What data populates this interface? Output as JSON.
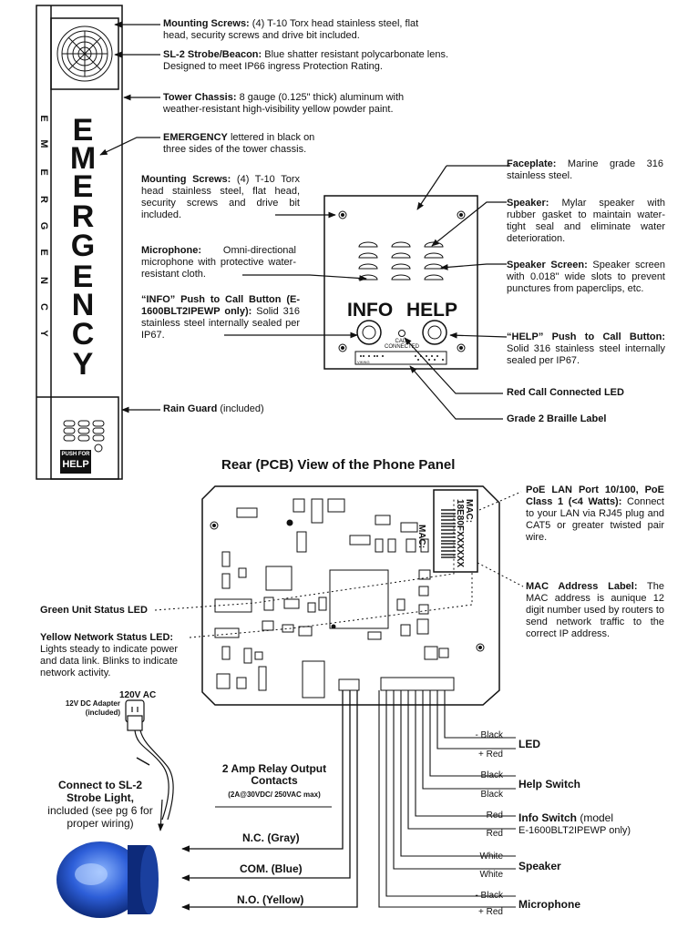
{
  "tower": {
    "letters": [
      "E",
      "M",
      "E",
      "R",
      "G",
      "E",
      "N",
      "C",
      "Y"
    ],
    "push_for_label": "PUSH FOR",
    "help_label": "HELP"
  },
  "callouts": {
    "mounting_screws_top": {
      "title": "Mounting Screws:",
      "text": "(4) T-10 Torx head stainless steel, flat head, security screws and drive bit included."
    },
    "strobe": {
      "title": "SL-2 Strobe/Beacon:",
      "text": "Blue shatter resistant polycarbonate lens. Designed to meet IP66 ingress Protection Rating."
    },
    "chassis": {
      "title": "Tower Chassis:",
      "text": "8 gauge (0.125\" thick) aluminum with weather-resistant high-visibility yellow powder paint."
    },
    "emergency": {
      "title": "EMERGENCY",
      "text": "lettered in black on three sides of the tower chassis."
    },
    "faceplate": {
      "title": "Faceplate:",
      "text": "Marine grade 316 stainless steel."
    },
    "mounting_screws_panel": {
      "title": "Mounting Screws:",
      "text": "(4) T-10 Torx head stainless steel, flat head, security screws and drive bit included."
    },
    "speaker": {
      "title": "Speaker:",
      "text": "Mylar speaker with rubber gasket to maintain water-tight seal and eliminate water deterioration."
    },
    "microphone": {
      "title": "Microphone:",
      "text": "Omni-directional microphone with protective water-resistant cloth."
    },
    "speaker_screen": {
      "title": "Speaker Screen:",
      "text": "Speaker screen with 0.018\" wide slots to prevent punctures from paperclips, etc."
    },
    "info_button": {
      "title": "“INFO” Push to Call Button (E-1600BLT2IPEWP only):",
      "text": "Solid 316 stainless steel internally sealed per IP67."
    },
    "help_button": {
      "title": "“HELP” Push to Call Button:",
      "text": "Solid 316 stainless steel internally sealed per IP67."
    },
    "red_led": {
      "title": "Red Call Connected LED"
    },
    "braille": {
      "title": "Grade 2 Braille Label"
    },
    "rain_guard": {
      "title": "Rain Guard",
      "text": "(included)"
    },
    "poe": {
      "title": "PoE LAN Port 10/100, PoE Class 1 (<4 Watts):",
      "text": "Connect to your LAN via RJ45 plug and CAT5 or greater twisted pair wire."
    },
    "mac": {
      "title": "MAC Address Label:",
      "text": "The MAC address is aunique 12 digit number used by routers to send network traffic to the correct IP address."
    },
    "green_led": {
      "title": "Green Unit Status LED"
    },
    "yellow_led": {
      "title": "Yellow Network Status LED:",
      "text": "Lights steady to indicate power and data link. Blinks to indicate network activity."
    }
  },
  "panel": {
    "info_label": "INFO",
    "help_label": "HELP",
    "call_connected": "CALL CONNECTED",
    "braille_text": "VIKING"
  },
  "rear": {
    "title": "Rear (PCB) View of the Phone Panel",
    "mac_label": "MAC:",
    "mac_value": "18E80FXXXXXX"
  },
  "power": {
    "ac": "120V AC",
    "adapter": "12V DC Adapter (included)"
  },
  "strobe_light": {
    "title": "Connect to SL-2 Strobe Light,",
    "text": "included (see pg 6 for proper wiring)"
  },
  "relay": {
    "title": "2 Amp Relay Output Contacts",
    "rating": "(2A@30VDC/ 250VAC max)",
    "nc": "N.C. (Gray)",
    "com": "COM. (Blue)",
    "no": "N.O. (Yellow)"
  },
  "wiring": {
    "led": {
      "name": "LED",
      "w1": "- Black",
      "w2": "+ Red"
    },
    "help": {
      "name": "Help Switch",
      "w1": "Black",
      "w2": "Black"
    },
    "info": {
      "name": "Info Switch",
      "extra": "(model",
      "model": "E-1600BLT2IPEWP only)",
      "w1": "Red",
      "w2": "Red"
    },
    "speaker": {
      "name": "Speaker",
      "w1": "White",
      "w2": "White"
    },
    "microphone": {
      "name": "Microphone",
      "w1": "- Black",
      "w2": "+ Red"
    }
  }
}
